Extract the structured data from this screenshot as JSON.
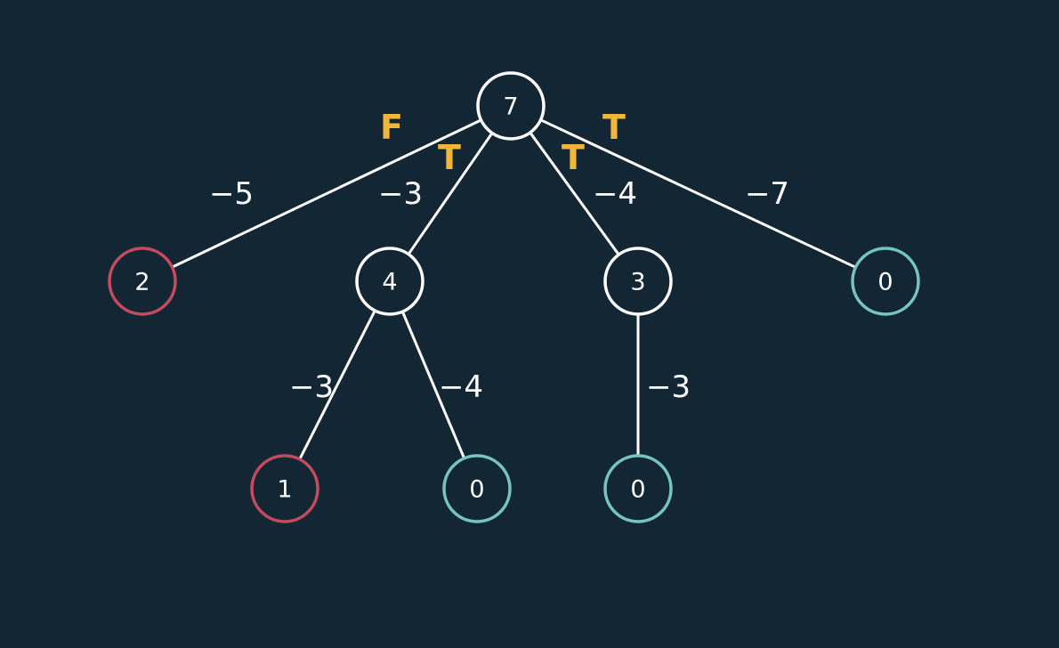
{
  "colors": {
    "background": "#132634",
    "edge": "#ffffff",
    "text": "#ffffff",
    "node_default": "#ffffff",
    "node_red": "#c44a5e",
    "node_teal": "#76c4c0",
    "flag": "#f0b63a"
  },
  "nodes": [
    {
      "id": "n7",
      "value": "7",
      "style": "default"
    },
    {
      "id": "n2",
      "value": "2",
      "style": "red"
    },
    {
      "id": "n4",
      "value": "4",
      "style": "default"
    },
    {
      "id": "n3",
      "value": "3",
      "style": "default"
    },
    {
      "id": "n0a",
      "value": "0",
      "style": "teal"
    },
    {
      "id": "n1",
      "value": "1",
      "style": "red"
    },
    {
      "id": "n0b",
      "value": "0",
      "style": "teal"
    },
    {
      "id": "n0c",
      "value": "0",
      "style": "teal"
    }
  ],
  "edges": [
    {
      "id": "e7-2",
      "from": "n7",
      "to": "n2",
      "label": "−5",
      "flag": "F"
    },
    {
      "id": "e7-4",
      "from": "n7",
      "to": "n4",
      "label": "−3",
      "flag": "T"
    },
    {
      "id": "e7-3",
      "from": "n7",
      "to": "n3",
      "label": "−4",
      "flag": "T"
    },
    {
      "id": "e7-0",
      "from": "n7",
      "to": "n0a",
      "label": "−7",
      "flag": "T"
    },
    {
      "id": "e4-1",
      "from": "n4",
      "to": "n1",
      "label": "−3"
    },
    {
      "id": "e4-0",
      "from": "n4",
      "to": "n0b",
      "label": "−4"
    },
    {
      "id": "e3-0",
      "from": "n3",
      "to": "n0c",
      "label": "−3"
    }
  ]
}
